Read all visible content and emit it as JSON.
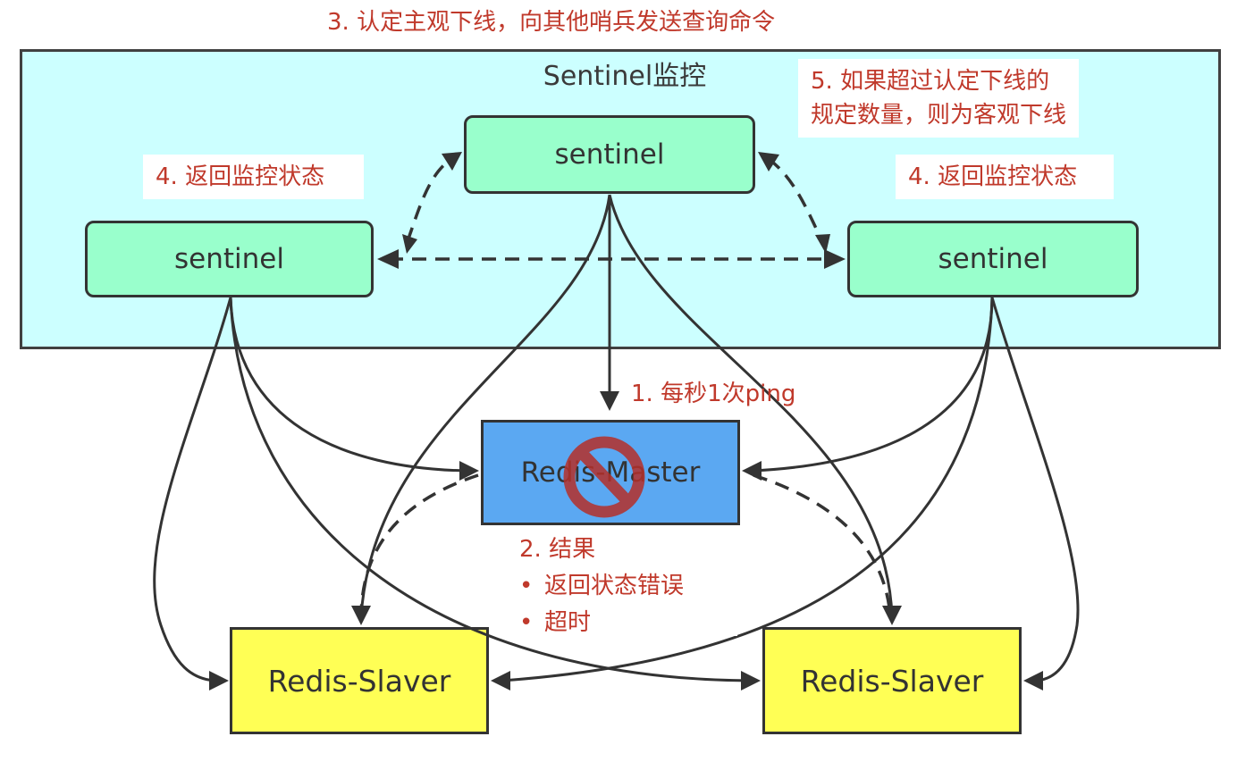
{
  "cluster": {
    "title": "Sentinel监控"
  },
  "nodes": {
    "sentinel_top": "sentinel",
    "sentinel_left": "sentinel",
    "sentinel_right": "sentinel",
    "master": "Redis-Master",
    "slave_left": "Redis-Slaver",
    "slave_right": "Redis-Slaver"
  },
  "notes": {
    "step3": "3. 认定主观下线，向其他哨兵发送查询命令",
    "step5_line1": "5. 如果超过认定下线的",
    "step5_line2": "规定数量，则为客观下线",
    "step4_left": "4. 返回监控状态",
    "step4_right": "4. 返回监控状态",
    "step1": "1. 每秒1次ping",
    "step2_title": "2. 结果",
    "step2_items": [
      "返回状态错误",
      "超时"
    ]
  },
  "colors": {
    "cluster_bg": "#ccffff",
    "sentinel_fill": "#99ffcc",
    "master_fill": "#5ba8f2",
    "slave_fill": "#ffff55",
    "annotation": "#c0392b",
    "prohibited": "#c0392b"
  },
  "icons": {
    "master_status": "prohibited-icon"
  }
}
